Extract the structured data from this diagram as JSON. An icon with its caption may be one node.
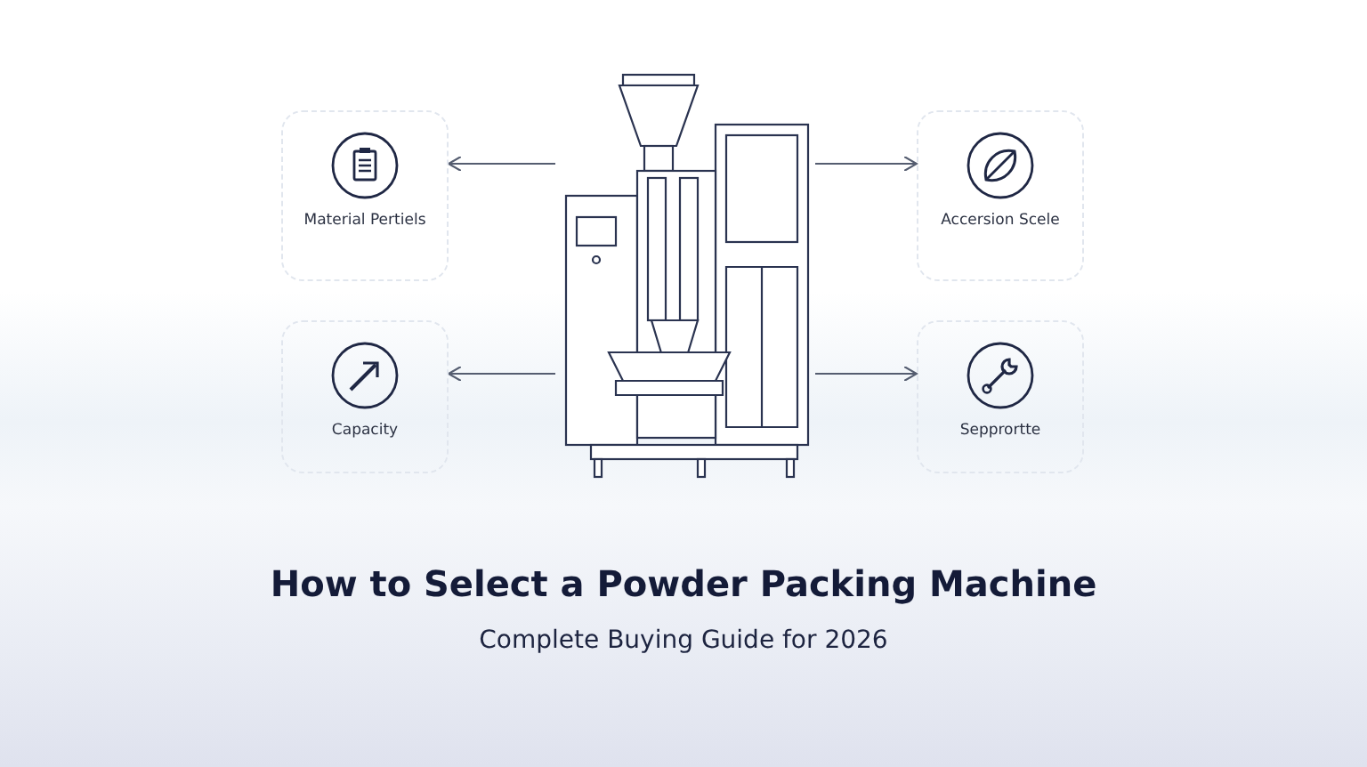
{
  "diagram": {
    "title": "How to Select a Powder Packing Machine",
    "nodes": [
      {
        "text": [],
        "shape": "picture"
      },
      {
        "text": [
          "Material Pertiels"
        ]
      },
      {
        "text": [
          "Accersion Scele"
        ]
      },
      {
        "text": [
          "Capacity"
        ]
      },
      {
        "text": [
          "Sepprortte"
        ]
      }
    ],
    "edges": [
      {
        "from": 0,
        "to": 1,
        "arrow": "to"
      },
      {
        "from": 0,
        "to": 2,
        "arrow": "to"
      },
      {
        "from": 0,
        "to": 3,
        "arrow": "to"
      },
      {
        "from": 0,
        "to": 4,
        "arrow": "to"
      }
    ],
    "labels": [
      "Complete Buying Guide for 2026"
    ]
  }
}
